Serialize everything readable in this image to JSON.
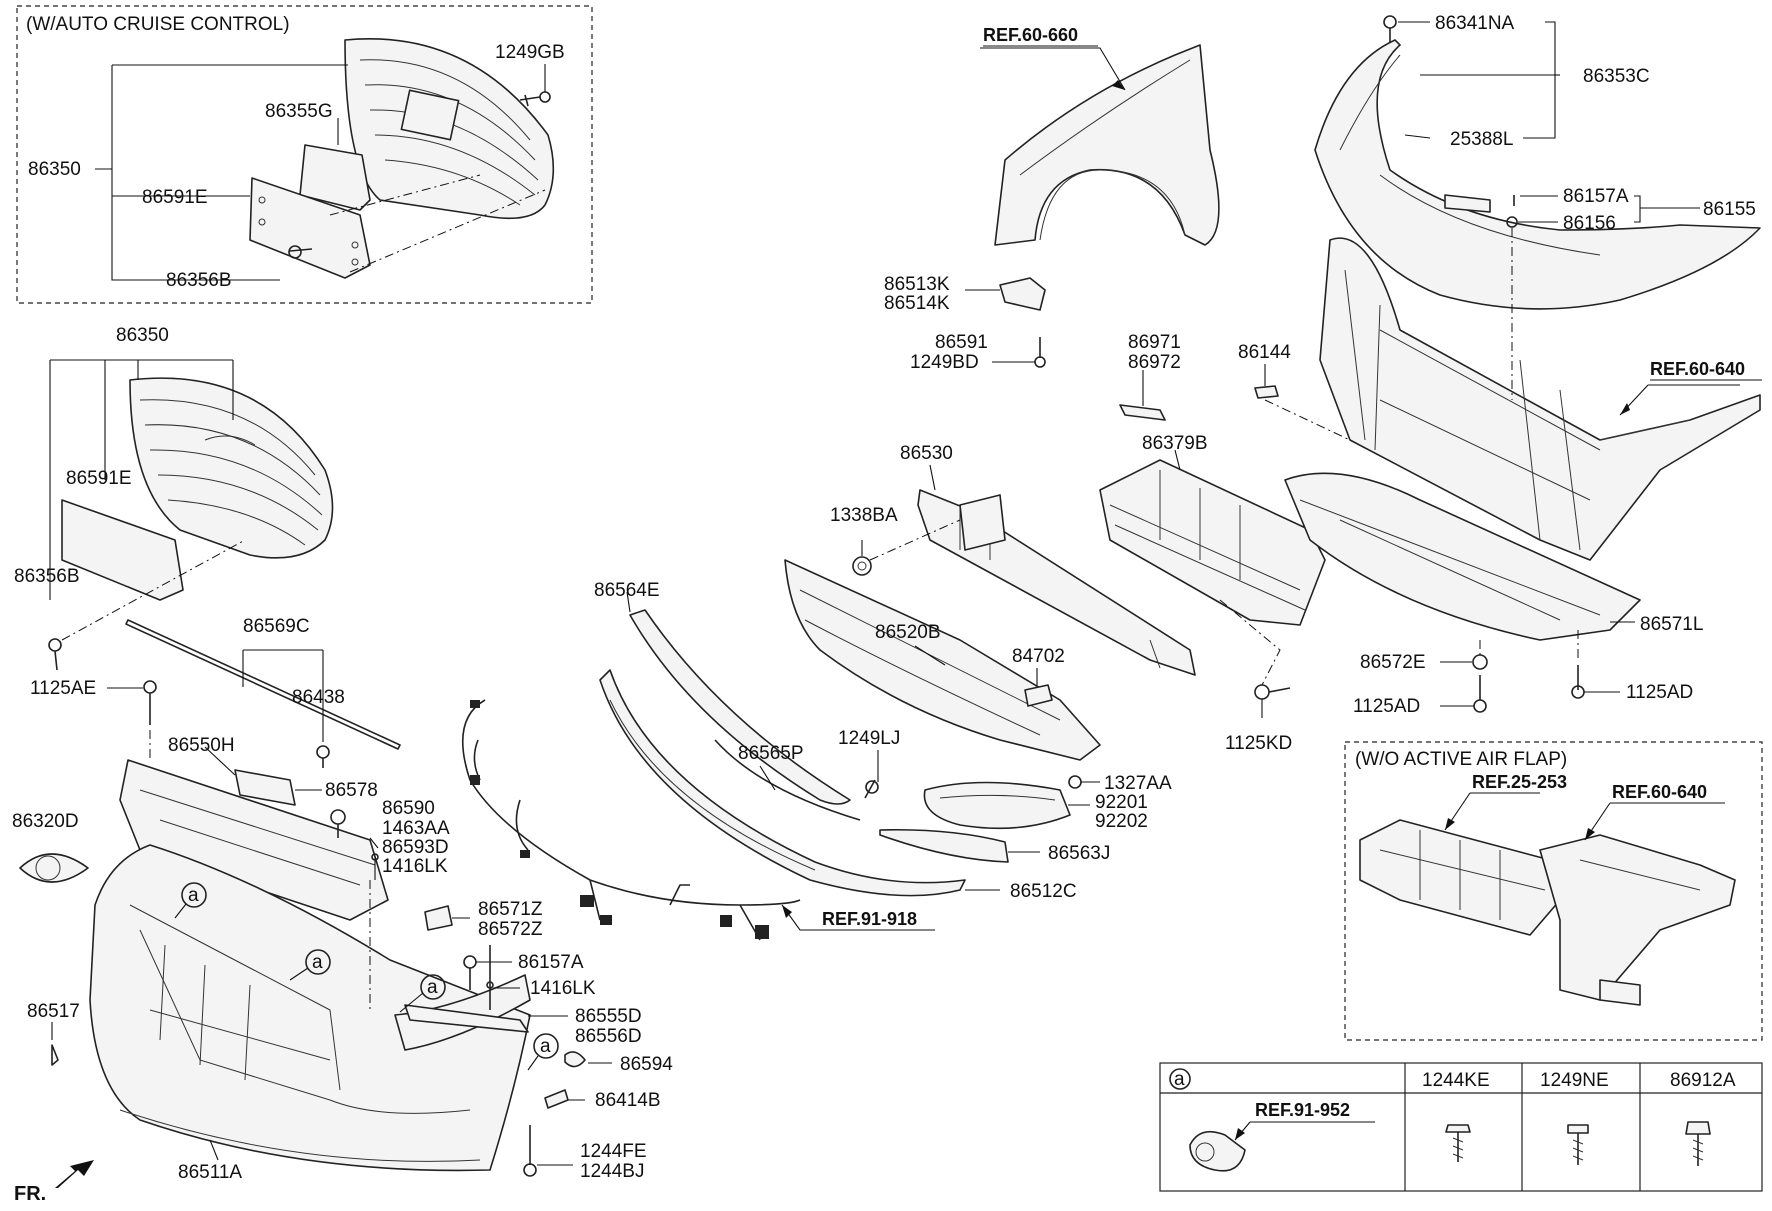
{
  "boxes": {
    "auto_cruise": "(W/AUTO CRUISE CONTROL)",
    "active_air_flap": "(W/O ACTIVE AIR FLAP)"
  },
  "references": {
    "ref_60_660": "REF.60-660",
    "ref_60_640_main": "REF.60-640",
    "ref_25_253": "REF.25-253",
    "ref_60_640_box": "REF.60-640",
    "ref_91_918": "REF.91-918",
    "ref_91_952": "REF.91-952"
  },
  "callout_letter": "a",
  "direction_label": "FR.",
  "table": {
    "headers": [
      "1244KE",
      "1249NE",
      "86912A"
    ]
  },
  "labels": {
    "l_1249GB": "1249GB",
    "l_86355G": "86355G",
    "l_86350_top": "86350",
    "l_86591E_top": "86591E",
    "l_86356B_top": "86356B",
    "l_86350": "86350",
    "l_86591E": "86591E",
    "l_86356B": "86356B",
    "l_86569C": "86569C",
    "l_86438": "86438",
    "l_1125AE": "1125AE",
    "l_86550H": "86550H",
    "l_86578": "86578",
    "l_86590": "86590",
    "l_1463AA": "1463AA",
    "l_86593D": "86593D",
    "l_1416LK_a": "1416LK",
    "l_86320D": "86320D",
    "l_86571Z": "86571Z",
    "l_86572Z": "86572Z",
    "l_86157A_a": "86157A",
    "l_1416LK_b": "1416LK",
    "l_86555D": "86555D",
    "l_86556D": "86556D",
    "l_86517": "86517",
    "l_86594": "86594",
    "l_86414B": "86414B",
    "l_1244FE": "1244FE",
    "l_1244BJ": "1244BJ",
    "l_86511A": "86511A",
    "l_86564E": "86564E",
    "l_86520B": "86520B",
    "l_86530": "86530",
    "l_1338BA": "1338BA",
    "l_84702": "84702",
    "l_86565P": "86565P",
    "l_1249LJ": "1249LJ",
    "l_1327AA": "1327AA",
    "l_92201": "92201",
    "l_92202": "92202",
    "l_86563J": "86563J",
    "l_86512C": "86512C",
    "l_86513K": "86513K",
    "l_86514K": "86514K",
    "l_86591": "86591",
    "l_1249BD": "1249BD",
    "l_86971": "86971",
    "l_86972": "86972",
    "l_86379B": "86379B",
    "l_86144": "86144",
    "l_1125KD": "1125KD",
    "l_86341NA": "86341NA",
    "l_86353C": "86353C",
    "l_25388L": "25388L",
    "l_86157A_b": "86157A",
    "l_86155": "86155",
    "l_86156": "86156",
    "l_86571L": "86571L",
    "l_86572E": "86572E",
    "l_1125AD_a": "1125AD",
    "l_1125AD_b": "1125AD"
  }
}
